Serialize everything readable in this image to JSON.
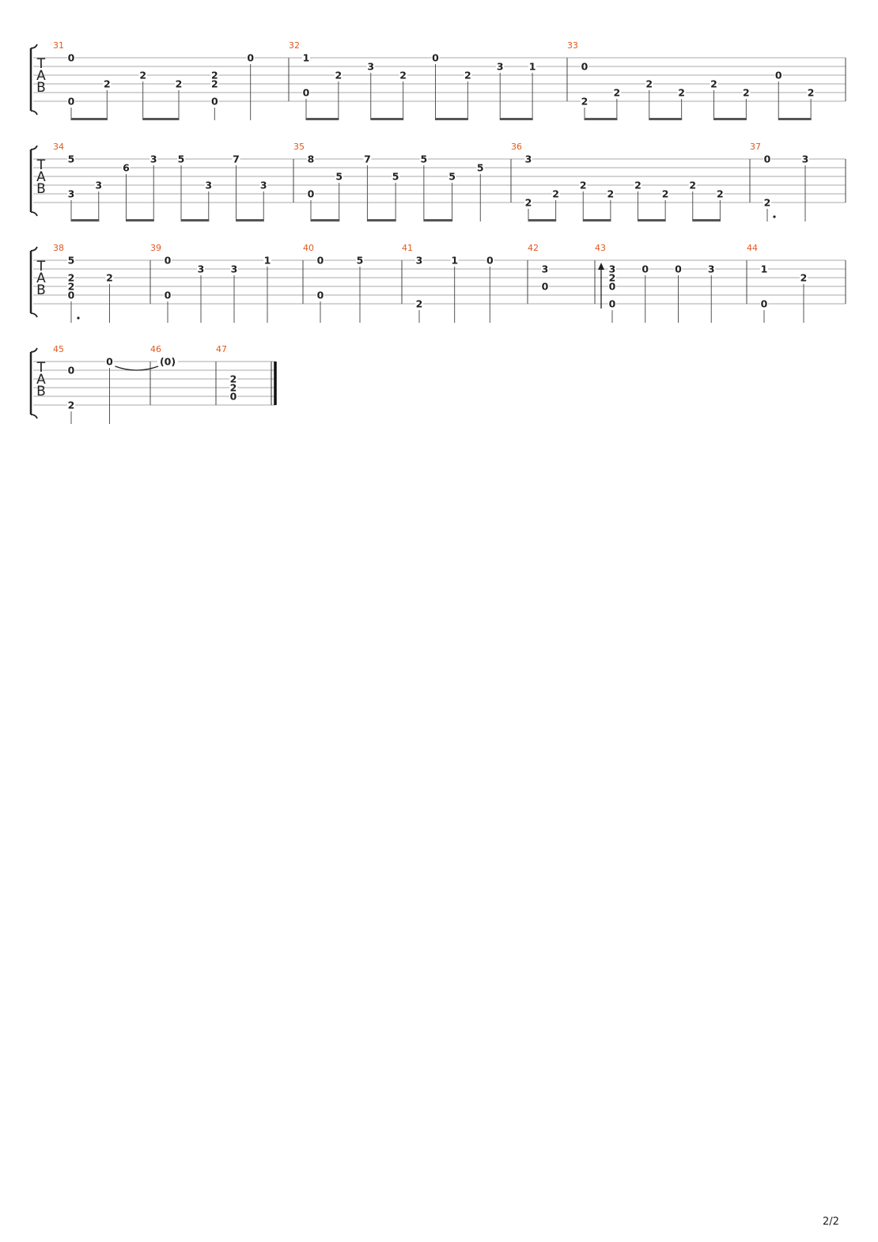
{
  "page_label": "2/2",
  "clef_letters": [
    "T",
    "A",
    "B"
  ],
  "colors": {
    "measure_number": "#e0591f",
    "staff_line": "#a8a8a8",
    "note": "#222222",
    "stem": "#555555",
    "bracket": "#222222"
  },
  "systems": [
    {
      "measures": [
        {
          "number": "31",
          "events": [
            {
              "notes": [
                {
                  "s": 1,
                  "f": "0"
                },
                {
                  "s": 6,
                  "f": "0"
                }
              ],
              "beam": "start"
            },
            {
              "notes": [
                {
                  "s": 4,
                  "f": "2"
                }
              ],
              "beam": "end"
            },
            {
              "notes": [
                {
                  "s": 3,
                  "f": "2"
                }
              ],
              "beam": "start"
            },
            {
              "notes": [
                {
                  "s": 4,
                  "f": "2"
                }
              ],
              "beam": "end"
            },
            {
              "notes": [
                {
                  "s": 3,
                  "f": "2"
                },
                {
                  "s": 4,
                  "f": "2"
                },
                {
                  "s": 6,
                  "f": "0"
                }
              ]
            },
            {
              "notes": [
                {
                  "s": 1,
                  "f": "0"
                }
              ]
            }
          ]
        },
        {
          "number": "32",
          "events": [
            {
              "notes": [
                {
                  "s": 1,
                  "f": "1"
                },
                {
                  "s": 5,
                  "f": "0"
                }
              ],
              "beam": "start"
            },
            {
              "notes": [
                {
                  "s": 3,
                  "f": "2"
                }
              ],
              "beam": "end"
            },
            {
              "notes": [
                {
                  "s": 2,
                  "f": "3"
                }
              ],
              "beam": "start"
            },
            {
              "notes": [
                {
                  "s": 3,
                  "f": "2"
                }
              ],
              "beam": "end"
            },
            {
              "notes": [
                {
                  "s": 1,
                  "f": "0"
                }
              ],
              "beam": "start"
            },
            {
              "notes": [
                {
                  "s": 3,
                  "f": "2"
                }
              ],
              "beam": "end"
            },
            {
              "notes": [
                {
                  "s": 2,
                  "f": "3"
                }
              ],
              "beam": "start"
            },
            {
              "notes": [
                {
                  "s": 2,
                  "f": "1"
                }
              ],
              "beam": "end"
            }
          ]
        },
        {
          "number": "33",
          "events": [
            {
              "notes": [
                {
                  "s": 2,
                  "f": "0"
                },
                {
                  "s": 6,
                  "f": "2"
                }
              ],
              "beam": "start"
            },
            {
              "notes": [
                {
                  "s": 5,
                  "f": "2"
                }
              ],
              "beam": "end"
            },
            {
              "notes": [
                {
                  "s": 4,
                  "f": "2"
                }
              ],
              "beam": "start"
            },
            {
              "notes": [
                {
                  "s": 5,
                  "f": "2"
                }
              ],
              "beam": "end"
            },
            {
              "notes": [
                {
                  "s": 4,
                  "f": "2"
                }
              ],
              "beam": "start"
            },
            {
              "notes": [
                {
                  "s": 5,
                  "f": "2"
                }
              ],
              "beam": "end"
            },
            {
              "notes": [
                {
                  "s": 3,
                  "f": "0"
                }
              ],
              "beam": "start"
            },
            {
              "notes": [
                {
                  "s": 5,
                  "f": "2"
                }
              ],
              "beam": "end"
            }
          ]
        }
      ]
    },
    {
      "measures": [
        {
          "number": "34",
          "events": [
            {
              "notes": [
                {
                  "s": 1,
                  "f": "5"
                },
                {
                  "s": 5,
                  "f": "3"
                }
              ],
              "beam": "start"
            },
            {
              "notes": [
                {
                  "s": 4,
                  "f": "3"
                }
              ],
              "beam": "end"
            },
            {
              "notes": [
                {
                  "s": 2,
                  "f": "6"
                }
              ],
              "beam": "start"
            },
            {
              "notes": [
                {
                  "s": 1,
                  "f": "3"
                }
              ],
              "beam": "end"
            },
            {
              "notes": [
                {
                  "s": 1,
                  "f": "5"
                }
              ],
              "beam": "start"
            },
            {
              "notes": [
                {
                  "s": 4,
                  "f": "3"
                }
              ],
              "beam": "end"
            },
            {
              "notes": [
                {
                  "s": 1,
                  "f": "7"
                }
              ],
              "beam": "start"
            },
            {
              "notes": [
                {
                  "s": 4,
                  "f": "3"
                }
              ],
              "beam": "end"
            }
          ]
        },
        {
          "number": "35",
          "events": [
            {
              "notes": [
                {
                  "s": 1,
                  "f": "8"
                },
                {
                  "s": 5,
                  "f": "0"
                }
              ],
              "beam": "start"
            },
            {
              "notes": [
                {
                  "s": 3,
                  "f": "5"
                }
              ],
              "beam": "end"
            },
            {
              "notes": [
                {
                  "s": 1,
                  "f": "7"
                }
              ],
              "beam": "start"
            },
            {
              "notes": [
                {
                  "s": 3,
                  "f": "5"
                }
              ],
              "beam": "end"
            },
            {
              "notes": [
                {
                  "s": 1,
                  "f": "5"
                }
              ],
              "beam": "start"
            },
            {
              "notes": [
                {
                  "s": 3,
                  "f": "5"
                }
              ],
              "beam": "end"
            },
            {
              "notes": [
                {
                  "s": 2,
                  "f": "5"
                }
              ]
            }
          ]
        },
        {
          "number": "36",
          "events": [
            {
              "notes": [
                {
                  "s": 1,
                  "f": "3"
                },
                {
                  "s": 6,
                  "f": "2"
                }
              ],
              "beam": "start"
            },
            {
              "notes": [
                {
                  "s": 5,
                  "f": "2"
                }
              ],
              "beam": "end"
            },
            {
              "notes": [
                {
                  "s": 4,
                  "f": "2"
                }
              ],
              "beam": "start"
            },
            {
              "notes": [
                {
                  "s": 5,
                  "f": "2"
                }
              ],
              "beam": "end"
            },
            {
              "notes": [
                {
                  "s": 4,
                  "f": "2"
                }
              ],
              "beam": "start"
            },
            {
              "notes": [
                {
                  "s": 5,
                  "f": "2"
                }
              ],
              "beam": "end"
            },
            {
              "notes": [
                {
                  "s": 4,
                  "f": "2"
                }
              ],
              "beam": "start"
            },
            {
              "notes": [
                {
                  "s": 5,
                  "f": "2"
                }
              ],
              "beam": "end"
            }
          ]
        },
        {
          "number": "37",
          "events": [
            {
              "notes": [
                {
                  "s": 1,
                  "f": "0"
                },
                {
                  "s": 6,
                  "f": "2"
                }
              ],
              "dotted": true
            },
            {
              "notes": [
                {
                  "s": 1,
                  "f": "3"
                }
              ]
            }
          ]
        }
      ]
    },
    {
      "measures": [
        {
          "number": "38",
          "events": [
            {
              "notes": [
                {
                  "s": 1,
                  "f": "5"
                },
                {
                  "s": 3,
                  "f": "2"
                },
                {
                  "s": 4,
                  "f": "2"
                },
                {
                  "s": 5,
                  "f": "0"
                }
              ],
              "dotted": true
            },
            {
              "notes": [
                {
                  "s": 3,
                  "f": "2"
                }
              ]
            }
          ]
        },
        {
          "number": "39",
          "events": [
            {
              "notes": [
                {
                  "s": 1,
                  "f": "0"
                },
                {
                  "s": 5,
                  "f": "0"
                }
              ]
            },
            {
              "notes": [
                {
                  "s": 2,
                  "f": "3"
                }
              ]
            },
            {
              "notes": [
                {
                  "s": 2,
                  "f": "3"
                }
              ]
            },
            {
              "notes": [
                {
                  "s": 1,
                  "f": "1"
                }
              ]
            }
          ]
        },
        {
          "number": "40",
          "events": [
            {
              "notes": [
                {
                  "s": 1,
                  "f": "0"
                },
                {
                  "s": 5,
                  "f": "0"
                }
              ]
            },
            {
              "notes": [
                {
                  "s": 1,
                  "f": "5"
                }
              ]
            }
          ]
        },
        {
          "number": "41",
          "events": [
            {
              "notes": [
                {
                  "s": 1,
                  "f": "3"
                },
                {
                  "s": 6,
                  "f": "2"
                }
              ]
            },
            {
              "notes": [
                {
                  "s": 1,
                  "f": "1"
                }
              ]
            },
            {
              "notes": [
                {
                  "s": 1,
                  "f": "0"
                }
              ]
            }
          ]
        },
        {
          "number": "42",
          "events": [
            {
              "notes": [
                {
                  "s": 2,
                  "f": "3"
                },
                {
                  "s": 4,
                  "f": "0"
                }
              ],
              "no_stem": true
            }
          ]
        },
        {
          "number": "43",
          "events": [
            {
              "notes": [
                {
                  "s": 2,
                  "f": "3"
                },
                {
                  "s": 3,
                  "f": "2"
                },
                {
                  "s": 4,
                  "f": "0"
                },
                {
                  "s": 6,
                  "f": "0"
                }
              ],
              "strum": true
            },
            {
              "notes": [
                {
                  "s": 2,
                  "f": "0"
                }
              ]
            },
            {
              "notes": [
                {
                  "s": 2,
                  "f": "0"
                }
              ]
            },
            {
              "notes": [
                {
                  "s": 2,
                  "f": "3"
                }
              ]
            }
          ]
        },
        {
          "number": "44",
          "events": [
            {
              "notes": [
                {
                  "s": 2,
                  "f": "1"
                },
                {
                  "s": 6,
                  "f": "0"
                }
              ]
            },
            {
              "notes": [
                {
                  "s": 3,
                  "f": "2"
                }
              ]
            }
          ]
        }
      ]
    },
    {
      "measures": [
        {
          "number": "45",
          "events": [
            {
              "notes": [
                {
                  "s": 2,
                  "f": "0"
                },
                {
                  "s": 6,
                  "f": "2"
                }
              ]
            },
            {
              "notes": [
                {
                  "s": 1,
                  "f": "0"
                }
              ],
              "tie_start": true
            }
          ]
        },
        {
          "number": "46",
          "events": [
            {
              "notes": [
                {
                  "s": 1,
                  "f": "(0)"
                }
              ],
              "no_stem": true,
              "tie_end": true
            }
          ]
        },
        {
          "number": "47",
          "events": [
            {
              "notes": [
                {
                  "s": 3,
                  "f": "2"
                },
                {
                  "s": 4,
                  "f": "2"
                },
                {
                  "s": 5,
                  "f": "0"
                }
              ],
              "no_stem": true
            }
          ]
        }
      ]
    }
  ]
}
